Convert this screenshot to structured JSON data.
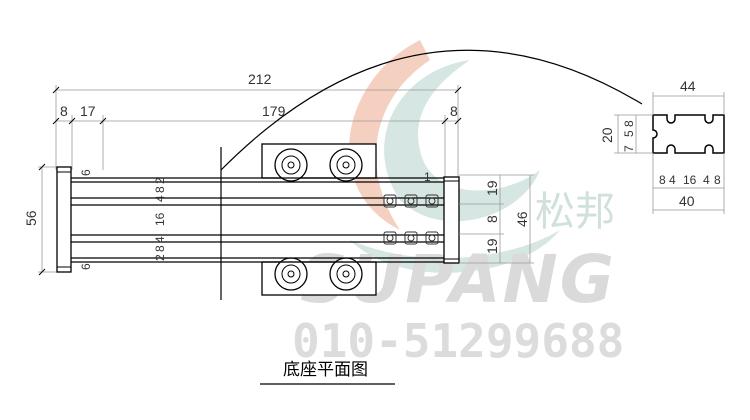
{
  "drawing": {
    "caption": "底座平面图",
    "plan_view": {
      "overall_length": "212",
      "segment_dims": [
        "8",
        "17",
        "179",
        "8"
      ],
      "overall_width": "56",
      "left_edge_dims": [
        "6",
        "6"
      ],
      "rail_spacing_dims": [
        "2",
        "8",
        "4",
        "16",
        "4",
        "8",
        "2"
      ],
      "right_dims": [
        "19",
        "8",
        "19"
      ],
      "right_total": "46",
      "small_mark": "1"
    },
    "section_view": {
      "width_top": "44",
      "width_bottom": "40",
      "height": "20",
      "height_parts": [
        "7",
        "5",
        "8"
      ],
      "bottom_dims": [
        "8",
        "4",
        "16",
        "4",
        "8"
      ]
    }
  },
  "watermark": {
    "brand_cn": "松邦",
    "brand_en": "SUPANG",
    "phone": "010-51299688",
    "colors": {
      "orange": "#f0b9a4",
      "teal": "#c5dcd8",
      "gray": "#dadada"
    }
  }
}
